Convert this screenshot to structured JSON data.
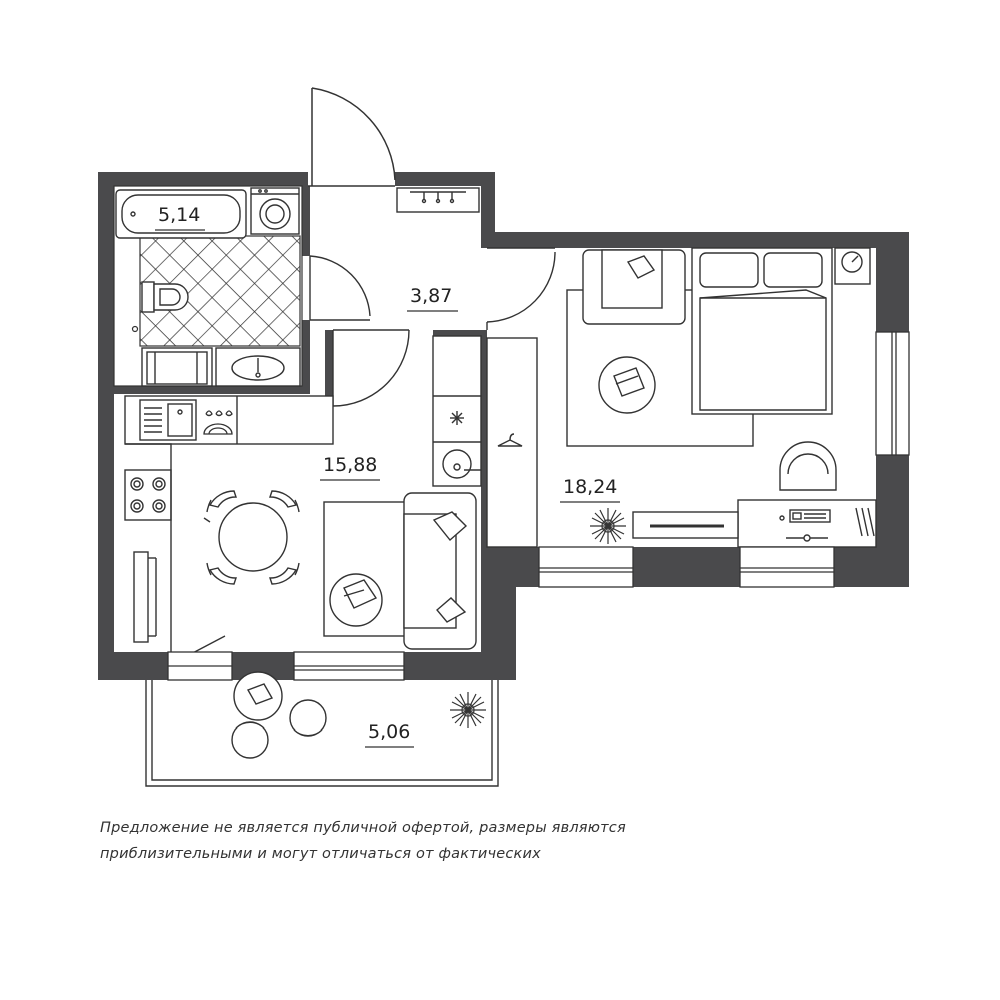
{
  "rooms": {
    "bathroom": {
      "area": "5,14"
    },
    "hallway": {
      "area": "3,87"
    },
    "kitchen_living": {
      "area": "15,88"
    },
    "bedroom": {
      "area": "18,24"
    },
    "balcony": {
      "area": "5,06"
    }
  },
  "disclaimer": {
    "line1": "Предложение не является публичной офертой, размеры являются",
    "line2": "приблизительными и могут отличаться от фактических"
  },
  "colors": {
    "wall": "#4a4a4c",
    "line": "#333333",
    "background": "#ffffff"
  }
}
